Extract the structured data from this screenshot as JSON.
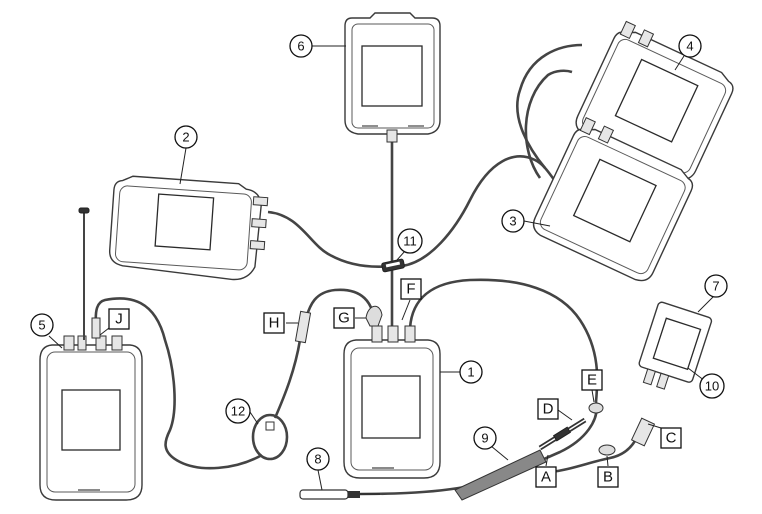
{
  "numbered_callouts": [
    "1",
    "2",
    "3",
    "4",
    "5",
    "6",
    "7",
    "8",
    "9",
    "10",
    "11",
    "12"
  ],
  "letter_callouts": [
    "A",
    "B",
    "C",
    "D",
    "E",
    "F",
    "G",
    "H",
    "J"
  ],
  "colors": {
    "line": "#3a3a3a",
    "background": "#ffffff"
  }
}
